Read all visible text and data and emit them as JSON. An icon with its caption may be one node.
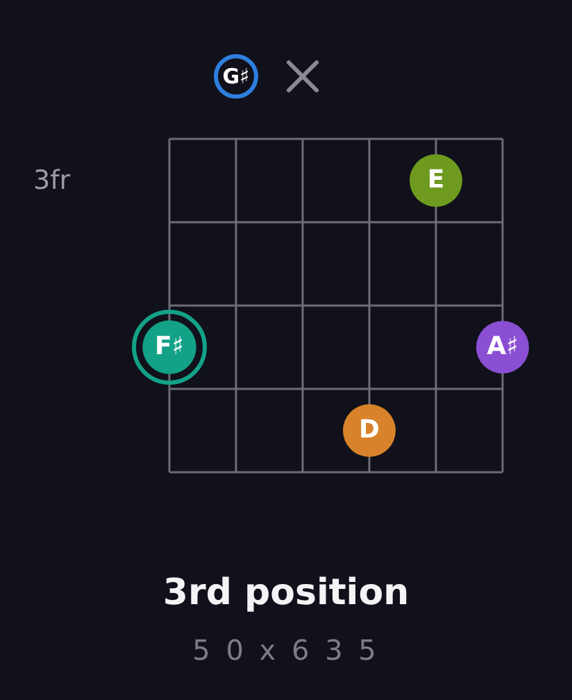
{
  "diagram": {
    "title": "3rd position",
    "nodes": [
      {
        "text": [
          "G♯"
        ]
      },
      {
        "text": [
          "E"
        ]
      },
      {
        "text": [
          "F♯"
        ]
      },
      {
        "text": [
          "A♯"
        ]
      },
      {
        "text": [
          "D"
        ]
      }
    ],
    "labels": [
      "3fr",
      "5 0 x 6 3 5"
    ]
  }
}
